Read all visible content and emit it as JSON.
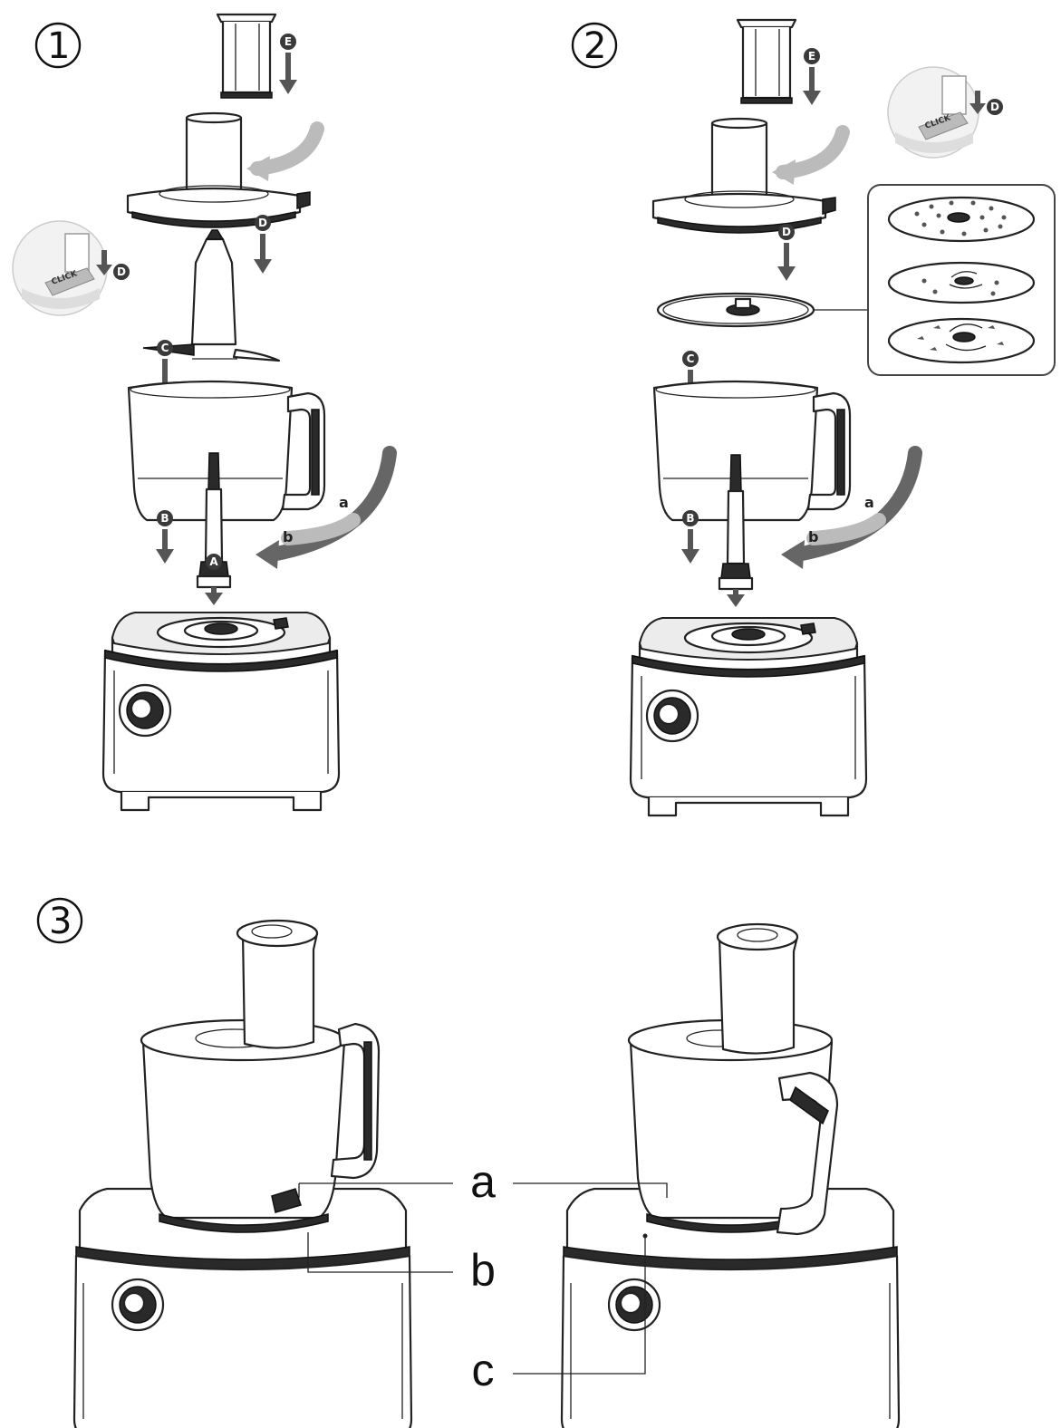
{
  "steps": [
    {
      "number": "1"
    },
    {
      "number": "2"
    },
    {
      "number": "3"
    }
  ],
  "part_labels": {
    "A": "A",
    "B": "B",
    "C": "C",
    "D": "D",
    "E": "E"
  },
  "lock_labels": {
    "a": "a",
    "b": "b"
  },
  "click_text": "CLICK",
  "callouts": {
    "a": "a",
    "b": "b",
    "c": "c"
  }
}
